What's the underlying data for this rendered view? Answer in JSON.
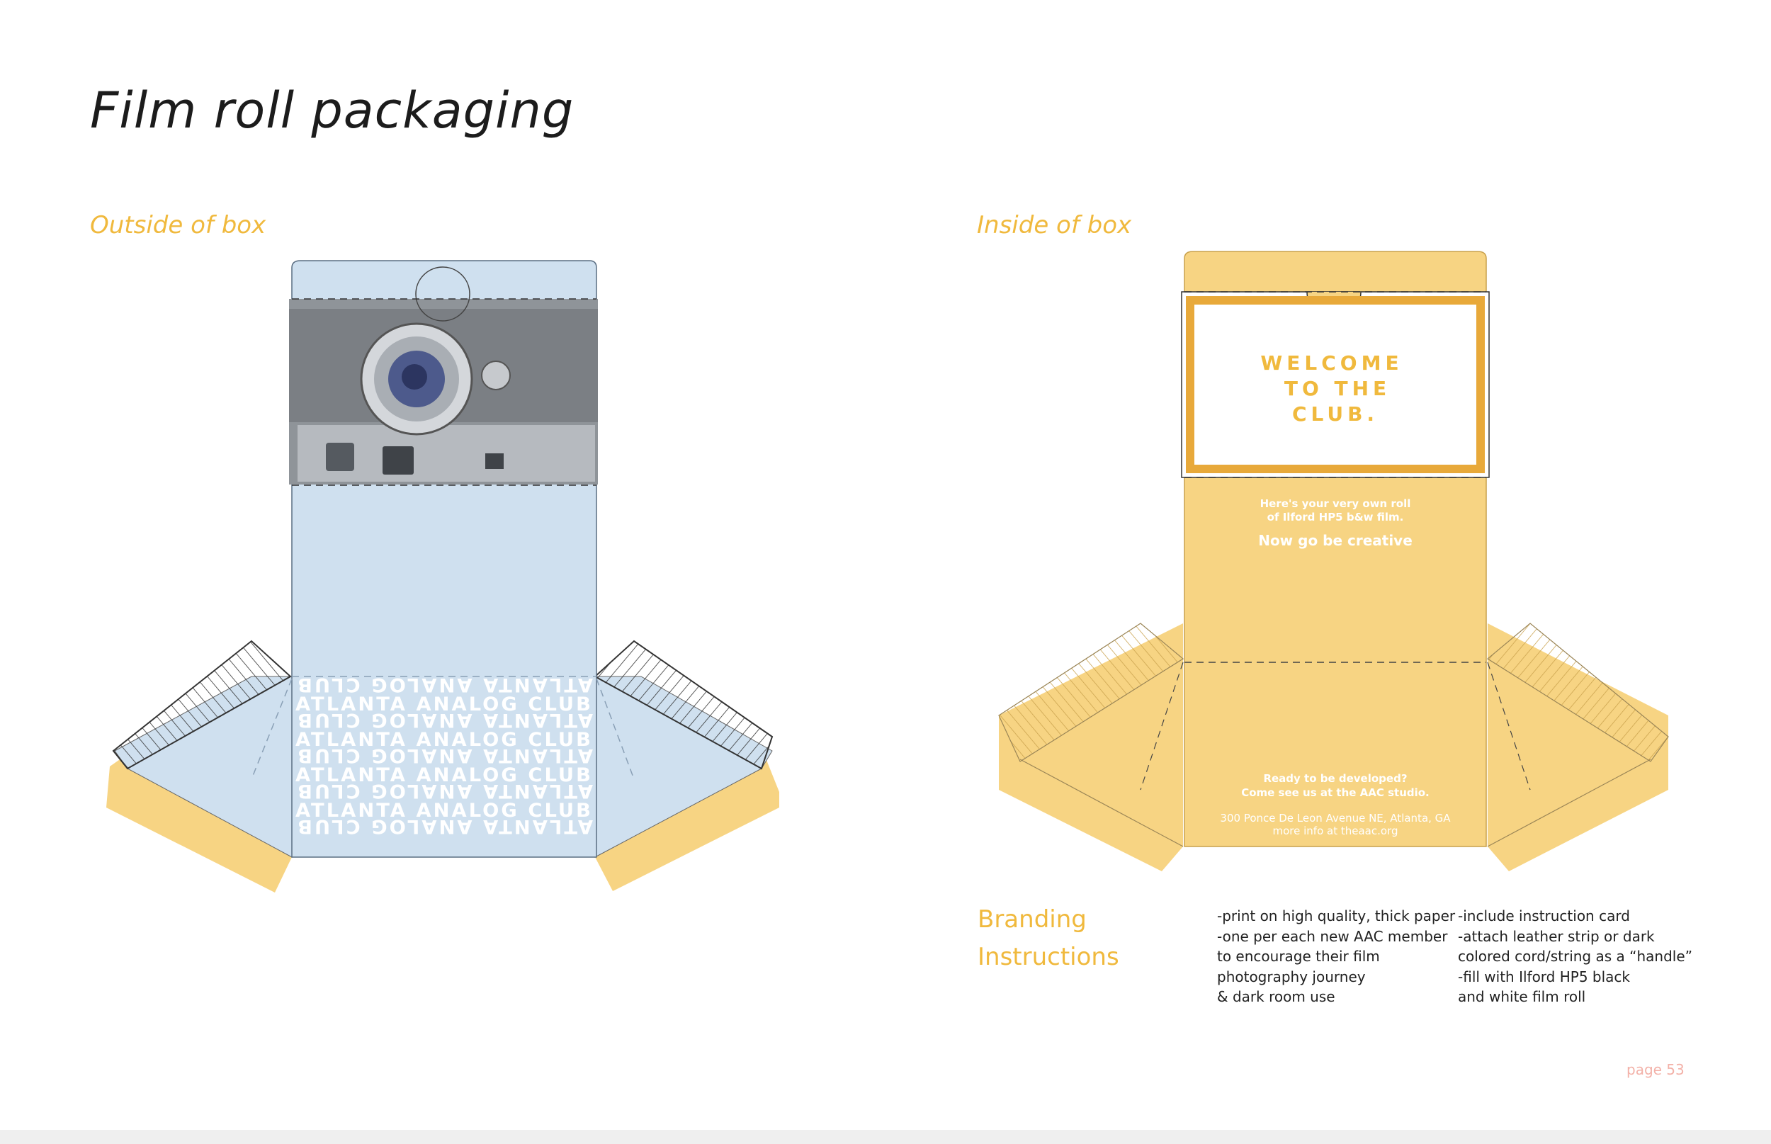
{
  "page": {
    "title": "Film roll packaging",
    "page_number": "page 53"
  },
  "outside": {
    "label": "Outside of box",
    "text_lines": [
      {
        "text": "ATLANTA ANALOG CLUB",
        "mirrored": true
      },
      {
        "text": "ATLANTA ANALOG CLUB",
        "mirrored": false
      },
      {
        "text": "ATLANTA ANALOG CLUB",
        "mirrored": true
      },
      {
        "text": "ATLANTA ANALOG CLUB",
        "mirrored": false
      },
      {
        "text": "ATLANTA ANALOG CLUB",
        "mirrored": true
      },
      {
        "text": "ATLANTA ANALOG CLUB",
        "mirrored": false
      },
      {
        "text": "ATLANTA ANALOG CLUB",
        "mirrored": true
      },
      {
        "text": "ATLANTA ANALOG CLUB",
        "mirrored": false
      },
      {
        "text": "ATLANTA ANALOG CLUB",
        "mirrored": true
      }
    ],
    "colors": {
      "panel": "#cfe0ef",
      "flap": "#f7d483",
      "camera": "#8f9499"
    }
  },
  "inside": {
    "label": "Inside of box",
    "welcome_lines": [
      "WELCOME",
      "TO THE",
      "CLUB."
    ],
    "message_lines": [
      "Here's your very own roll",
      "of Ilford HP5  b&w film."
    ],
    "tagline": "Now go be creative",
    "developed_lines": [
      "Ready to be developed?",
      "Come see us at the AAC studio."
    ],
    "address": "300 Ponce De Leon Avenue NE, Atlanta, GA",
    "website": "more info at  theaac.org",
    "colors": {
      "panel": "#f7d483",
      "accent": "#f0b93d",
      "border": "#e8a93a"
    }
  },
  "branding": {
    "label_lines": [
      "Branding",
      "Instructions"
    ],
    "column1": [
      "-print on high quality, thick paper",
      "-one per each new AAC member",
      "to encourage their film",
      "photography journey",
      "& dark room use"
    ],
    "column2": [
      "-include instruction card",
      "-attach leather strip or dark",
      "colored cord/string as a “handle”",
      "-fill with Ilford HP5 black",
      "and white film roll"
    ]
  }
}
